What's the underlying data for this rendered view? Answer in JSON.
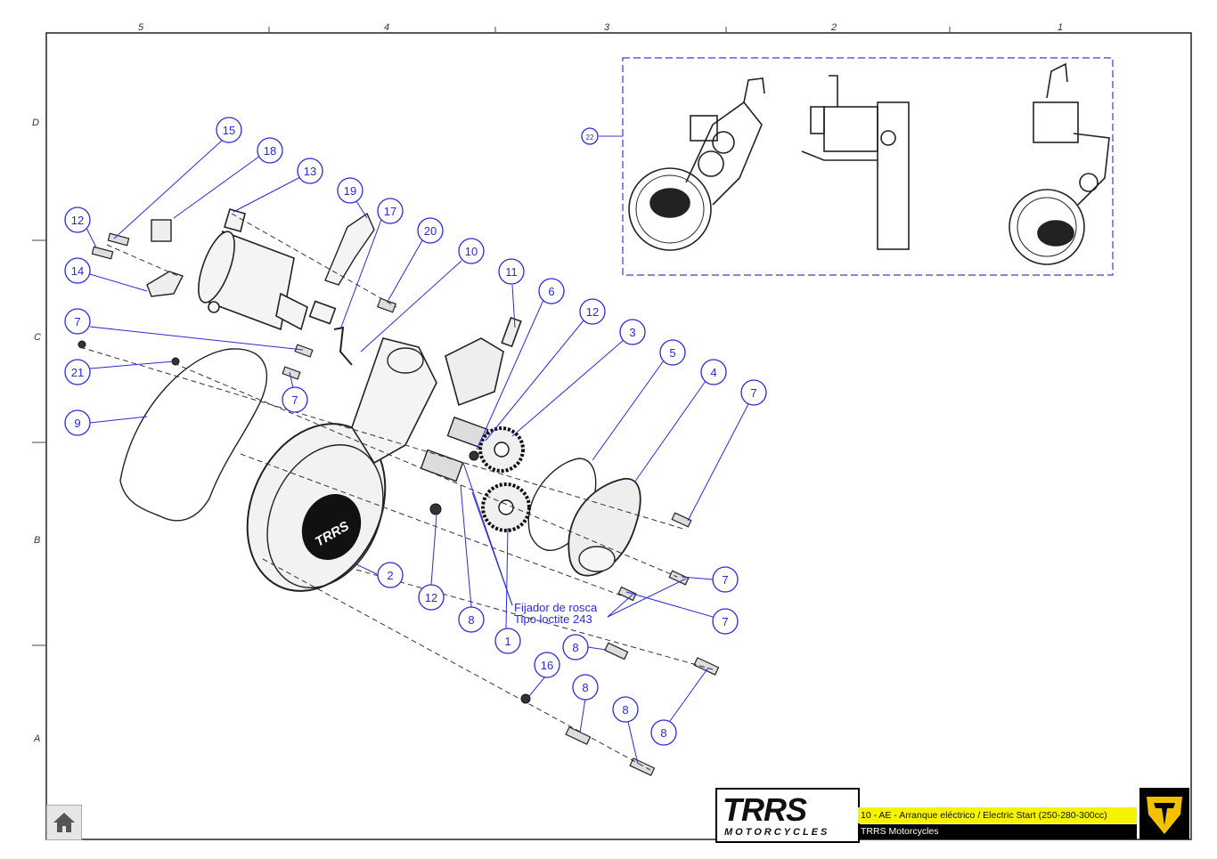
{
  "grid": {
    "columns": [
      "5",
      "4",
      "3",
      "2",
      "1"
    ],
    "rows": [
      "D",
      "C",
      "B",
      "A"
    ]
  },
  "balloons": {
    "b15": "15",
    "b18": "18",
    "b13": "13",
    "b19": "19",
    "b17": "17",
    "b12a": "12",
    "b14": "14",
    "b20": "20",
    "b10": "10",
    "b11": "11",
    "b6": "6",
    "b12b": "12",
    "b3": "3",
    "b5": "5",
    "b4": "4",
    "b7a": "7",
    "b21": "21",
    "b7b": "7",
    "b9": "9",
    "b7c": "7",
    "b2": "2",
    "b12c": "12",
    "b8a": "8",
    "b1": "1",
    "b7d": "7",
    "b7e": "7",
    "b8b": "8",
    "b16": "16",
    "b8c": "8",
    "b8d": "8",
    "b8e": "8",
    "b22": "22"
  },
  "note": {
    "line1": "Fijador de rosca",
    "line2": "Tipo loctite 243"
  },
  "cover_logo": "TRRS",
  "title_block": {
    "logo_main": "TRRS",
    "logo_sub": "MOTORCYCLES",
    "title": "10 - AE - Arranque eléctrico / Electric Start (250-280-300cc)",
    "company": "TRRS Motorcycles"
  },
  "icons": {
    "home": "home-icon",
    "brand": "trrs-shield-icon"
  },
  "colors": {
    "balloon": "#2a2ad6",
    "title_bar": "#f7f200",
    "brand_yellow": "#f2c200"
  }
}
